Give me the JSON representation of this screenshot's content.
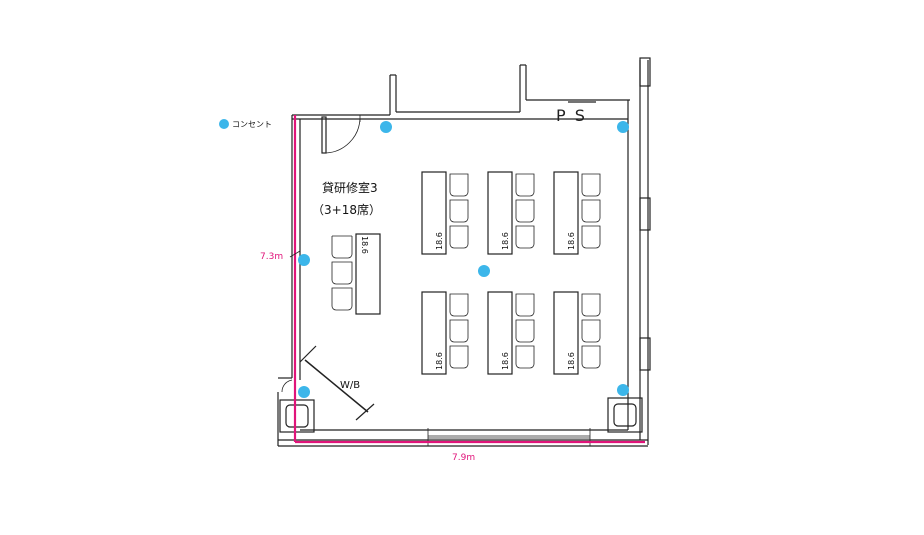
{
  "legend": {
    "outlet_label": "コンセント",
    "outlet_color": "#3cb6ea"
  },
  "room": {
    "name": "貸研修室3",
    "capacity": "（3+18席）"
  },
  "labels": {
    "ps": "P S",
    "whiteboard": "W/B"
  },
  "dimensions": {
    "height": "7.3m",
    "width": "7.9m",
    "color": "#e0147a"
  },
  "desk_label": "18.6"
}
